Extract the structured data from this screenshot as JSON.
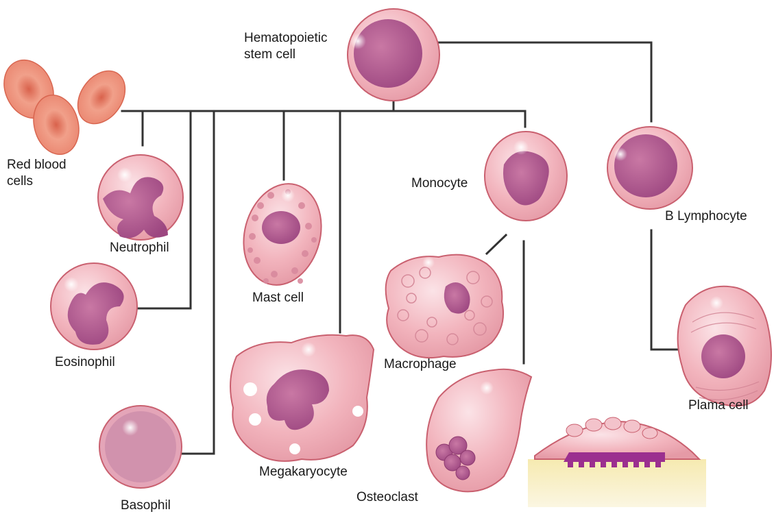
{
  "labels": {
    "hsc": "Hematopoietic stem cell",
    "rbc": "Red blood cells",
    "neutrophil": "Neutrophil",
    "eosinophil": "Eosinophil",
    "basophil": "Basophil",
    "mast": "Mast cell",
    "megakaryocyte": "Megakaryocyte",
    "monocyte": "Monocyte",
    "macrophage": "Macrophage",
    "osteoclast": "Osteoclast",
    "b_lymphocyte": "B Lymphocyte",
    "plasma": "Plama cell"
  },
  "colors": {
    "cytoplasm": "#f2b4bd",
    "cytoplasm_light": "#f7d0d6",
    "membrane": "#c9606f",
    "nucleus": "#b45a8c",
    "nucleus_dark": "#8e3a70",
    "rbc": "#ee8f79",
    "rbc_dark": "#d86650",
    "bone": "#f3e6a6",
    "line": "#333333"
  }
}
